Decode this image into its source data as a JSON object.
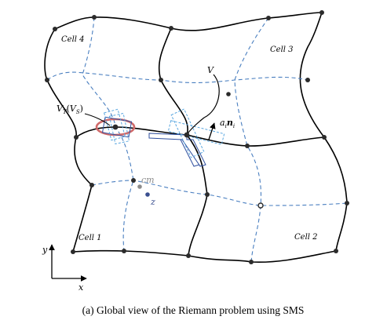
{
  "caption": "(a) Global view of the Riemann problem using SMS",
  "labels": {
    "cell_1": "Cell 1",
    "cell_2": "Cell 2",
    "cell_3": "Cell 3",
    "cell_4": "Cell 4",
    "volume": "V",
    "vt_main": "V",
    "vt_sub": "T",
    "vt_paren_open": "(",
    "vs_main": "V",
    "vs_sub": "S",
    "vt_paren_close": ")",
    "normal_a": "a",
    "normal_a_sub": "i",
    "normal_n": "n",
    "normal_n_sub": "i",
    "cm": "cm",
    "z": "z",
    "axis_x": "x",
    "axis_y": "y"
  },
  "colors": {
    "cell_edge": "#000000",
    "dashed_line": "#4a7fc0",
    "highlight_ellipse": "#d06a6a",
    "box_dark": "#2f4f9f",
    "box_light": "#5aa7e0",
    "cm_point": "#8c8c8c",
    "z_point": "#3a4f8f"
  }
}
